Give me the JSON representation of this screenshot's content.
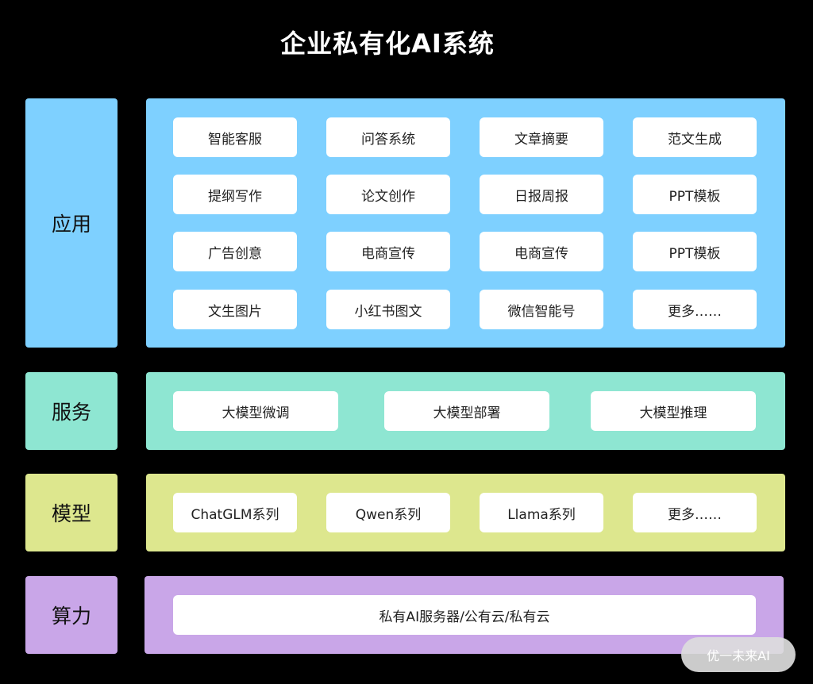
{
  "title": "企业私有化AI系统",
  "colors": {
    "application": "#7ed0ff",
    "service": "#8ee6d2",
    "model": "#dde78e",
    "compute": "#c9a6e8"
  },
  "layers": {
    "application": {
      "label": "应用",
      "items": [
        "智能客服",
        "问答系统",
        "文章摘要",
        "范文生成",
        "提纲写作",
        "论文创作",
        "日报周报",
        "PPT模板",
        "广告创意",
        "电商宣传",
        "电商宣传",
        "PPT模板",
        "文生图片",
        "小红书图文",
        "微信智能号",
        "更多……"
      ]
    },
    "service": {
      "label": "服务",
      "items": [
        "大模型微调",
        "大模型部署",
        "大模型推理"
      ]
    },
    "model": {
      "label": "模型",
      "items": [
        "ChatGLM系列",
        "Qwen系列",
        "Llama系列",
        "更多……"
      ]
    },
    "compute": {
      "label": "算力",
      "items": [
        "私有AI服务器/公有云/私有云"
      ]
    }
  },
  "watermark": "优一未来AI"
}
